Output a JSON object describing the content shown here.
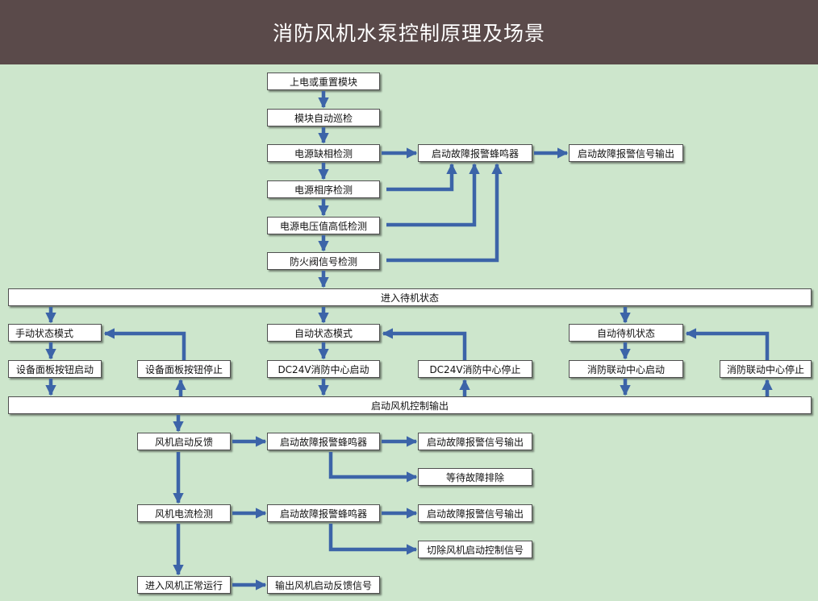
{
  "title": "消防风机水泵控制原理及场景",
  "colors": {
    "header_bg": "#5a4a4a",
    "background": "#cde6cc",
    "arrow": "#3c64a8",
    "box_border": "#4f4f4f"
  },
  "nodes": {
    "power_on": "上电或重置模块",
    "auto_patrol": "模块自动巡检",
    "phase_loss": "电源缺相检测",
    "alarm_top": "启动故障报警蜂鸣器",
    "alarm_signal_top": "启动故障报警信号输出",
    "phase_seq": "电源相序检测",
    "voltage": "电源电压值高低检测",
    "fire_valve": "防火阀信号检测",
    "standby": "进入待机状态",
    "manual_mode": "手动状态模式",
    "auto_mode": "自动状态模式",
    "auto_standby": "自动待机状态",
    "panel_start": "设备面板按钮启动",
    "panel_stop": "设备面板按钮停止",
    "dc24_start": "DC24V消防中心启动",
    "dc24_stop": "DC24V消防中心停止",
    "link_start": "消防联动中心启动",
    "link_stop": "消防联动中心停止",
    "fan_output": "启动风机控制输出",
    "fan_feedback": "风机启动反馈",
    "alarm_mid": "启动故障报警蜂鸣器",
    "alarm_signal_mid": "启动故障报警信号输出",
    "wait_clear": "等待故障排除",
    "current_check": "风机电流检测",
    "alarm_low": "启动故障报警蜂鸣器",
    "alarm_signal_low": "启动故障报警信号输出",
    "cut_signal": "切除风机启动控制信号",
    "normal_run": "进入风机正常运行",
    "feedback_out": "输出风机启动反馈信号"
  }
}
